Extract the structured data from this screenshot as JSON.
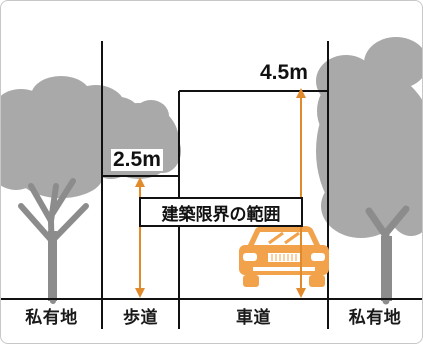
{
  "figure": {
    "zones": [
      {
        "label": "私有地"
      },
      {
        "label": "歩道"
      },
      {
        "label": "車道"
      },
      {
        "label": "私有地"
      }
    ],
    "sidewalk_height": "2.5m",
    "roadway_height": "4.5m",
    "clearance_title": "建築限界の範囲"
  },
  "colors": {
    "tree": "#a9a9a9",
    "trunk": "#8c8c8c",
    "line": "#111111",
    "arrow": "#e08a2c",
    "car": "#f2a24a",
    "frame": "#c8c8c8"
  },
  "icons": [
    "tree-icon",
    "car-icon"
  ]
}
